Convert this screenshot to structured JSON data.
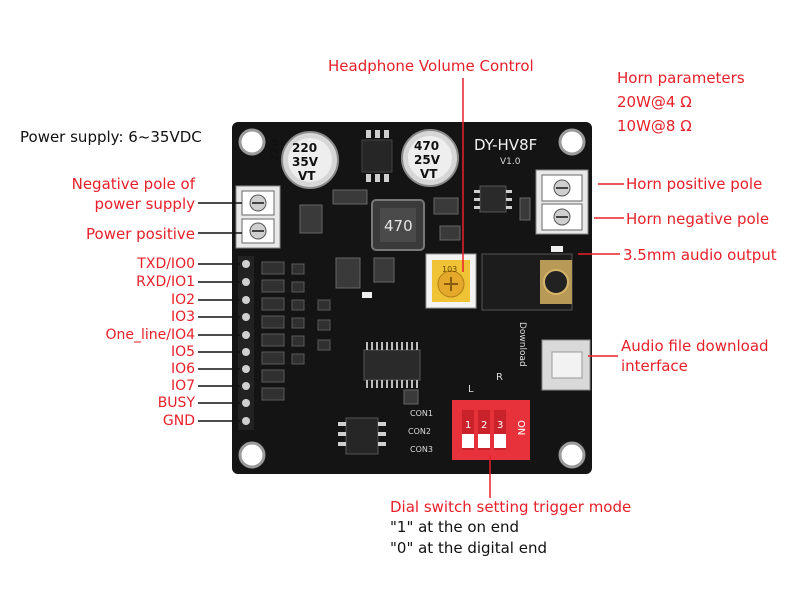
{
  "colors": {
    "label_red": "#e8202a",
    "text_black": "#111111",
    "pcb": "#141414",
    "dip_switch": "#e8323b",
    "pot": "#f0c235"
  },
  "board": {
    "model": "DY-HV8F",
    "version": "V1.0",
    "cap1_text": [
      "220",
      "35V",
      "VT"
    ],
    "cap2_text": [
      "470",
      "25V",
      "VT"
    ],
    "inductor": "470",
    "pot_marking": "103",
    "dip_on": "ON",
    "dip_numbers": [
      "1",
      "2",
      "3"
    ],
    "con_labels": [
      "CON1",
      "CON2",
      "CON3"
    ],
    "download_text": "Download",
    "lr_labels": [
      "L",
      "R"
    ]
  },
  "labels": {
    "power_supply": "Power supply: 6~35VDC",
    "headphone_volume": "Headphone Volume Control",
    "horn_params_title": "Horn parameters",
    "horn_params_line1": "20W@4 Ω",
    "horn_params_line2": "10W@8 Ω",
    "neg_pole_line1": "Negative pole of",
    "neg_pole_line2": "power supply",
    "power_positive": "Power positive",
    "horn_positive": "Horn positive pole",
    "horn_negative": "Horn negative pole",
    "audio_output": "3.5mm audio output",
    "download_line1": "Audio file download",
    "download_line2": "interface",
    "dial_title": "Dial switch setting trigger mode",
    "dial_line1": "\"1\" at the on end",
    "dial_line2": "\"0\" at the digital end"
  },
  "pins": [
    "TXD/IO0",
    "RXD/IO1",
    "IO2",
    "IO3",
    "One_line/IO4",
    "IO5",
    "IO6",
    "IO7",
    "BUSY",
    "GND"
  ]
}
